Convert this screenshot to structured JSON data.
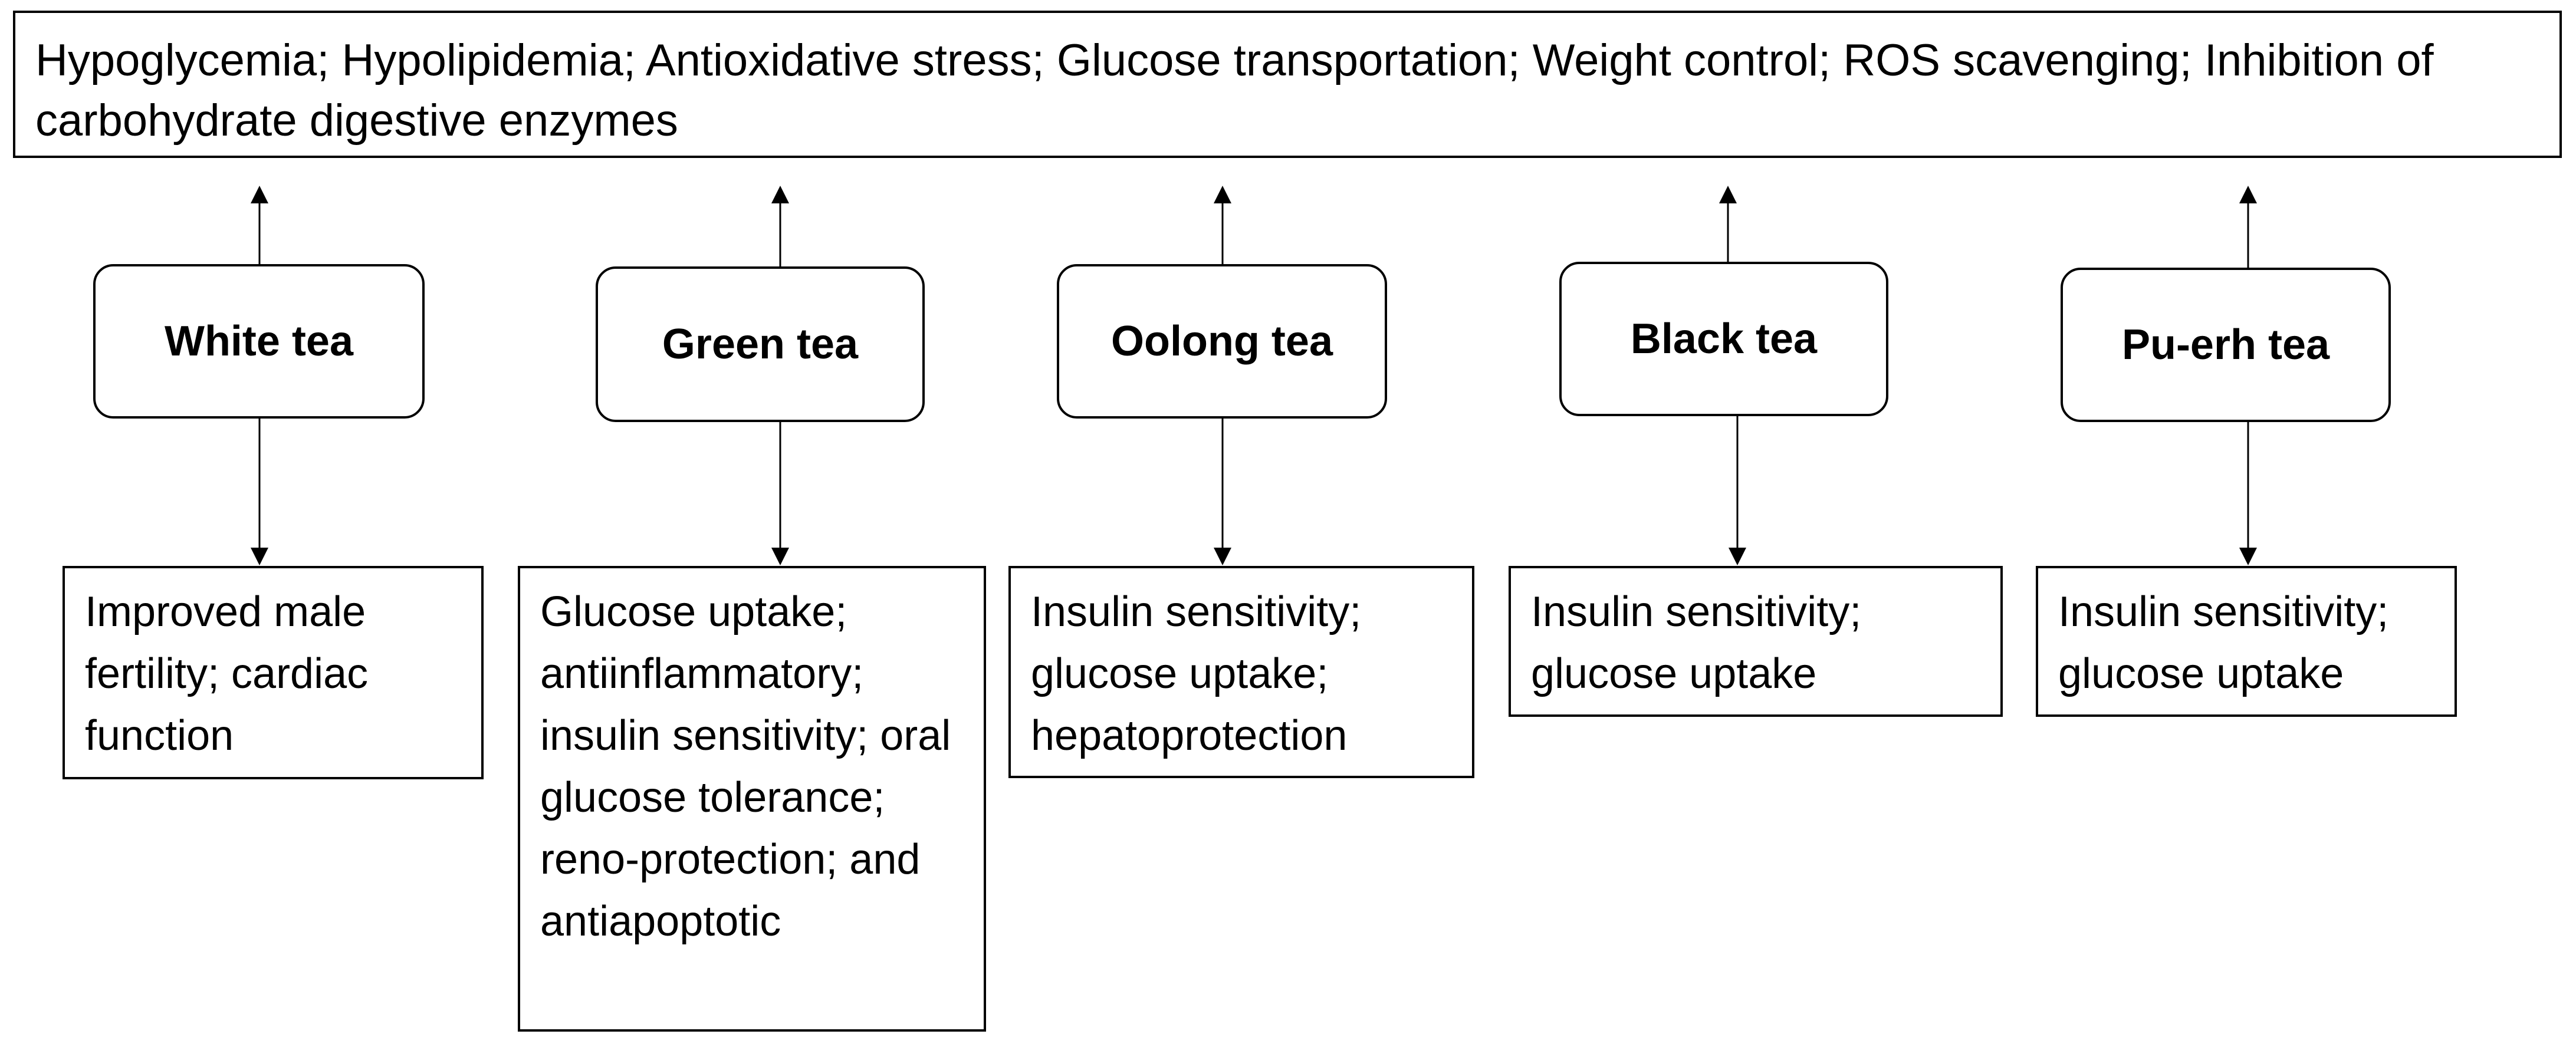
{
  "summary": {
    "text": "Hypoglycemia; Hypolipidemia; Antioxidative stress; Glucose transportation; Weight control; ROS scavenging; Inhibition of carbohydrate digestive enzymes"
  },
  "teas": [
    {
      "name": "White tea",
      "effect": "Improved male fertility; cardiac function"
    },
    {
      "name": "Green tea",
      "effect": "Glucose uptake; antiinflammatory; insulin sensitivity; oral glucose tolerance; reno-protection; and antiapoptotic"
    },
    {
      "name": "Oolong tea",
      "effect": "Insulin sensitivity; glucose uptake; hepatoprotection"
    },
    {
      "name": "Black tea",
      "effect": "Insulin sensitivity; glucose uptake"
    },
    {
      "name": "Pu-erh tea",
      "effect": "Insulin sensitivity; glucose uptake"
    }
  ]
}
